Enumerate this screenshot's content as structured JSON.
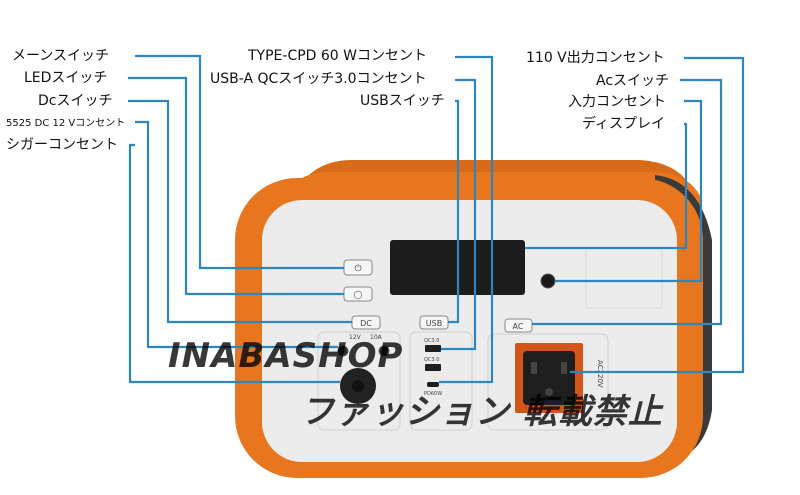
{
  "labels_left": [
    "メーンスイッチ",
    "LEDスイッチ",
    "Dcスイッチ",
    "5525 DC 12 Vコンセント",
    "シガーコンセント"
  ],
  "labels_center": [
    "TYPE-CPD 60 Wコンセント",
    "USB-A QCスイッチ3.0コンセント",
    "USBスイッチ"
  ],
  "labels_right": [
    "110 V出力コンセント",
    "Acスイッチ",
    "入力コンセント",
    "ディスプレイ"
  ],
  "device": {
    "btn_dc": "DC",
    "btn_usb": "USB",
    "btn_ac": "AC",
    "dc_spec_1": "12V",
    "dc_spec_2": "10A",
    "qc_1": "QC3.0",
    "qc_2": "QC3.0",
    "pd": "PD60W",
    "ac_side": "AC220V"
  },
  "watermark": {
    "line1": "INABASHOP",
    "line2": "ファッション 転載禁止"
  },
  "colors": {
    "leader": "#2e86c1",
    "shell": "#e8761e",
    "panel": "#ececec"
  }
}
